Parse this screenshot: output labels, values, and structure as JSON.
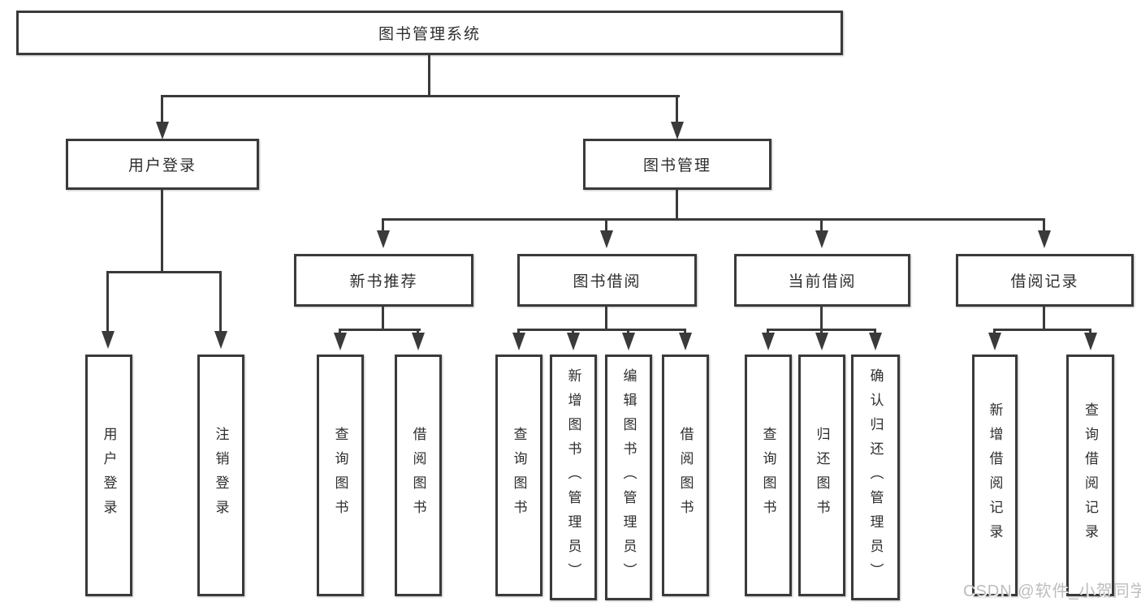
{
  "tree": {
    "root": {
      "label": "图书管理系统",
      "children": [
        {
          "label": "用户登录",
          "children": [
            {
              "label": "用户登录"
            },
            {
              "label": "注销登录"
            }
          ]
        },
        {
          "label": "图书管理",
          "children": [
            {
              "label": "新书推荐",
              "children": [
                {
                  "label": "查询图书"
                },
                {
                  "label": "借阅图书"
                }
              ]
            },
            {
              "label": "图书借阅",
              "children": [
                {
                  "label": "查询图书"
                },
                {
                  "label": "新增图书（管理员）"
                },
                {
                  "label": "编辑图书（管理员）"
                },
                {
                  "label": "借阅图书"
                }
              ]
            },
            {
              "label": "当前借阅",
              "children": [
                {
                  "label": "查询图书"
                },
                {
                  "label": "归还图书"
                },
                {
                  "label": "确认归还（管理员）"
                }
              ]
            },
            {
              "label": "借阅记录",
              "children": [
                {
                  "label": "新增借阅记录"
                },
                {
                  "label": "查询借阅记录"
                }
              ]
            }
          ]
        }
      ]
    }
  },
  "watermark": {
    "text": "CSDN @软件_小贺同学"
  },
  "colors": {
    "line": "#3a3a3a",
    "box_border": "#3a3a3a",
    "text": "#2e2e2e",
    "watermark": "#bdbdbd",
    "background": "#ffffff"
  }
}
